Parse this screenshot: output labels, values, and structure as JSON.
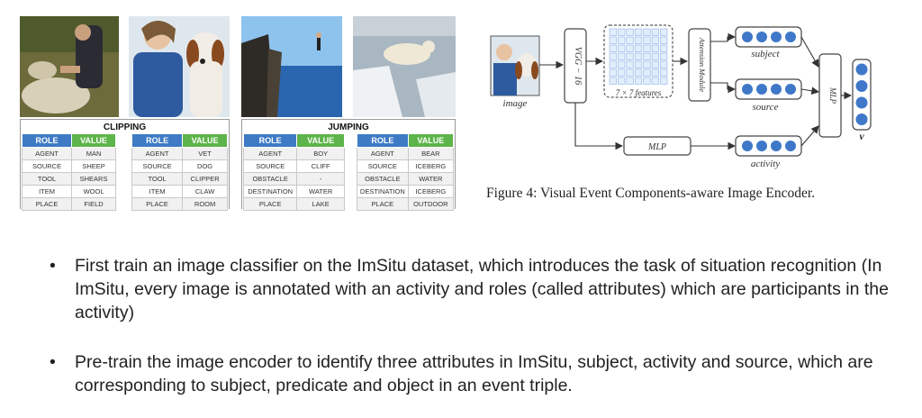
{
  "groups": [
    {
      "title": "CLIPPING",
      "tables": [
        {
          "header": [
            "ROLE",
            "VALUE"
          ],
          "rows": [
            [
              "AGENT",
              "MAN"
            ],
            [
              "SOURCE",
              "SHEEP"
            ],
            [
              "TOOL",
              "SHEARS"
            ],
            [
              "ITEM",
              "WOOL"
            ],
            [
              "PLACE",
              "FIELD"
            ]
          ]
        },
        {
          "header": [
            "ROLE",
            "VALUE"
          ],
          "rows": [
            [
              "AGENT",
              "VET"
            ],
            [
              "SOURCE",
              "DOG"
            ],
            [
              "TOOL",
              "CLIPPER"
            ],
            [
              "ITEM",
              "CLAW"
            ],
            [
              "PLACE",
              "ROOM"
            ]
          ]
        }
      ]
    },
    {
      "title": "JUMPING",
      "tables": [
        {
          "header": [
            "ROLE",
            "VALUE"
          ],
          "rows": [
            [
              "AGENT",
              "BOY"
            ],
            [
              "SOURCE",
              "CLIFF"
            ],
            [
              "OBSTACLE",
              "-"
            ],
            [
              "DESTINATION",
              "WATER"
            ],
            [
              "PLACE",
              "LAKE"
            ]
          ]
        },
        {
          "header": [
            "ROLE",
            "VALUE"
          ],
          "rows": [
            [
              "AGENT",
              "BEAR"
            ],
            [
              "SOURCE",
              "ICEBERG"
            ],
            [
              "OBSTACLE",
              "WATER"
            ],
            [
              "DESTINATION",
              "ICEBERG"
            ],
            [
              "PLACE",
              "OUTDOOR"
            ]
          ]
        }
      ]
    }
  ],
  "diagram": {
    "image_label": "image",
    "vgg_label": "VGG − 16",
    "features_label": "7 × 7 features",
    "attention_label": "Attension Module",
    "mlp_small_label": "MLP",
    "mlp_big_label": "MLP",
    "subject_label": "subject",
    "source_label": "source",
    "activity_label": "activity",
    "output_label": "v"
  },
  "caption": "Figure 4: Visual Event Components-aware Image Encoder.",
  "bullets": [
    "First train an image classifier on the ImSitu dataset, which introduces the task of situation recognition (In ImSitu, every image is annotated with an activity and roles (called attributes) which are participants in the activity)",
    "Pre-train the image encoder to identify three attributes in ImSitu, subject, activity and source, which are corresponding to subject, predicate and object in an event triple."
  ],
  "bullet_glyph": "•",
  "colors": {
    "role_header": "#3e7bc4",
    "value_header": "#5db44a",
    "node_blue": "#3f78c9"
  }
}
